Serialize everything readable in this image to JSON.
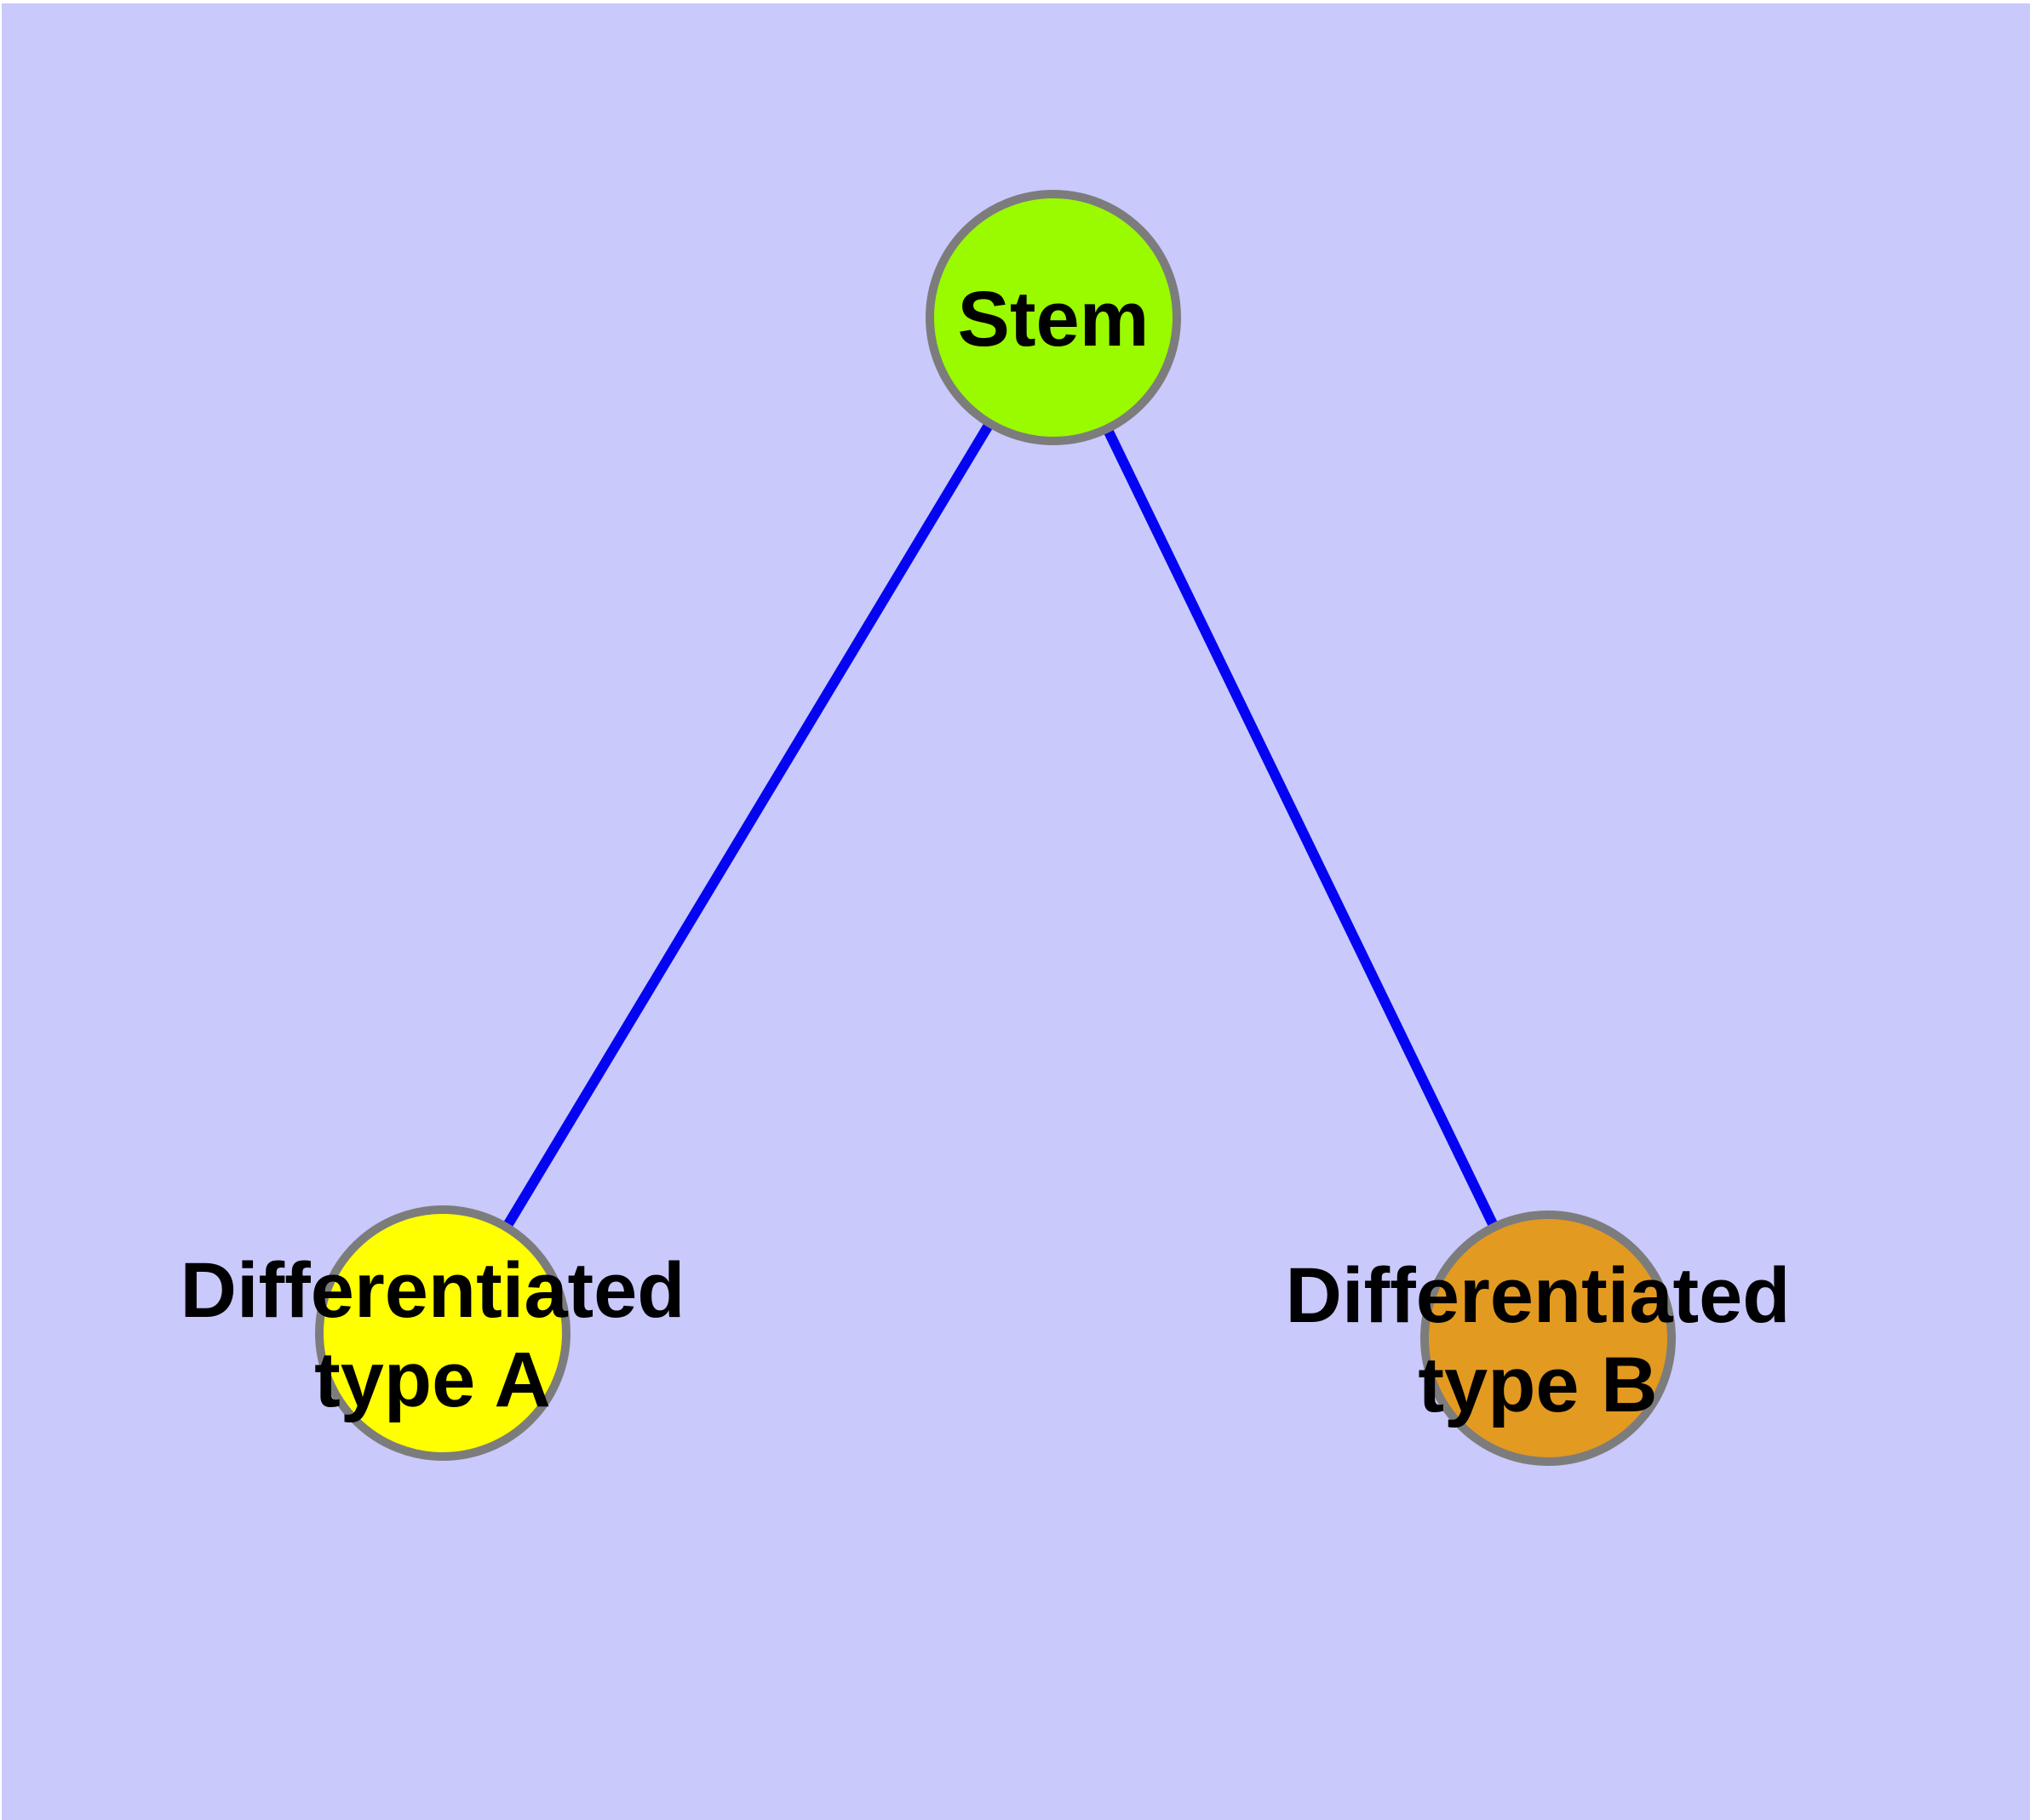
{
  "canvas": {
    "background_color": "#c9c9fb",
    "outer_margin_color": "#ffffff"
  },
  "diagram": {
    "type": "graph",
    "description": "Stem cell differentiation diagram: one stem node linked to two differentiated cell type nodes",
    "nodes": [
      {
        "id": "stem",
        "label": "Stem",
        "fill": "#9afa00",
        "stroke": "#7c7c7c",
        "text_color": "#000000"
      },
      {
        "id": "differentiated-type-a",
        "label_line1": "Differentiated",
        "label_line2": "type A",
        "fill": "#ffff00",
        "stroke": "#7c7c7c",
        "text_color": "#000000"
      },
      {
        "id": "differentiated-type-b",
        "label_line1": "Differentiated",
        "label_line2": "type B",
        "fill": "#e39a21",
        "stroke": "#7c7c7c",
        "text_color": "#000000"
      }
    ],
    "edges": [
      {
        "from": "stem",
        "to": "differentiated-type-a",
        "color": "#0404f2"
      },
      {
        "from": "stem",
        "to": "differentiated-type-b",
        "color": "#0404f2"
      }
    ]
  }
}
